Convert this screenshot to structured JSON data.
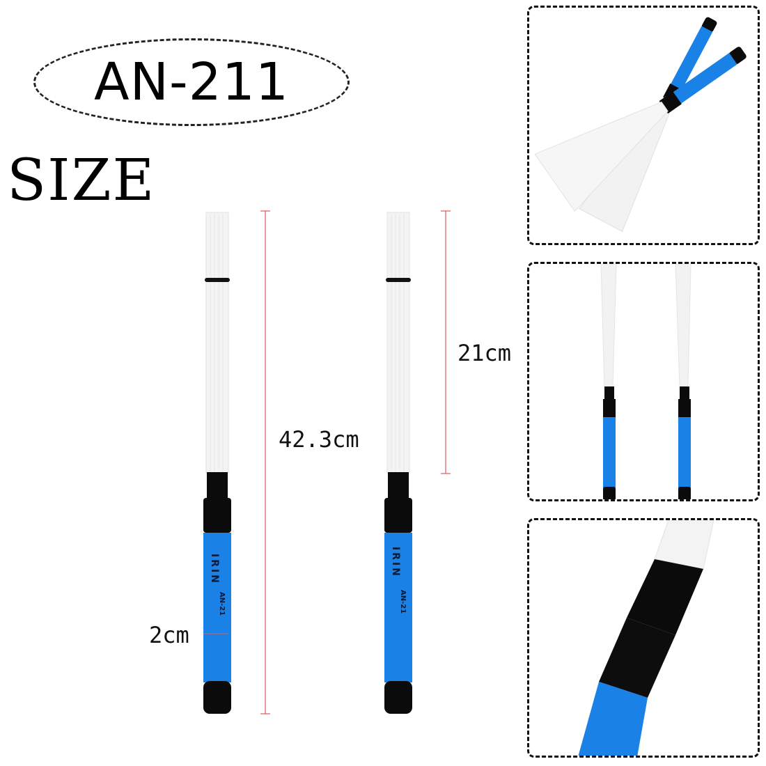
{
  "title": "AN-211",
  "size_heading": "SIZE",
  "dimensions": {
    "total_length": "42.3cm",
    "bristle_length": "21cm",
    "diameter": "2cm"
  },
  "stick_print": {
    "brand": "IRIN",
    "model": "AN-21"
  },
  "colors": {
    "handle_blue": "#1a82e6",
    "cap_black": "#0b0b0b",
    "bristle_white": "#f4f4f4",
    "dimension_line": "#e05a5a"
  }
}
